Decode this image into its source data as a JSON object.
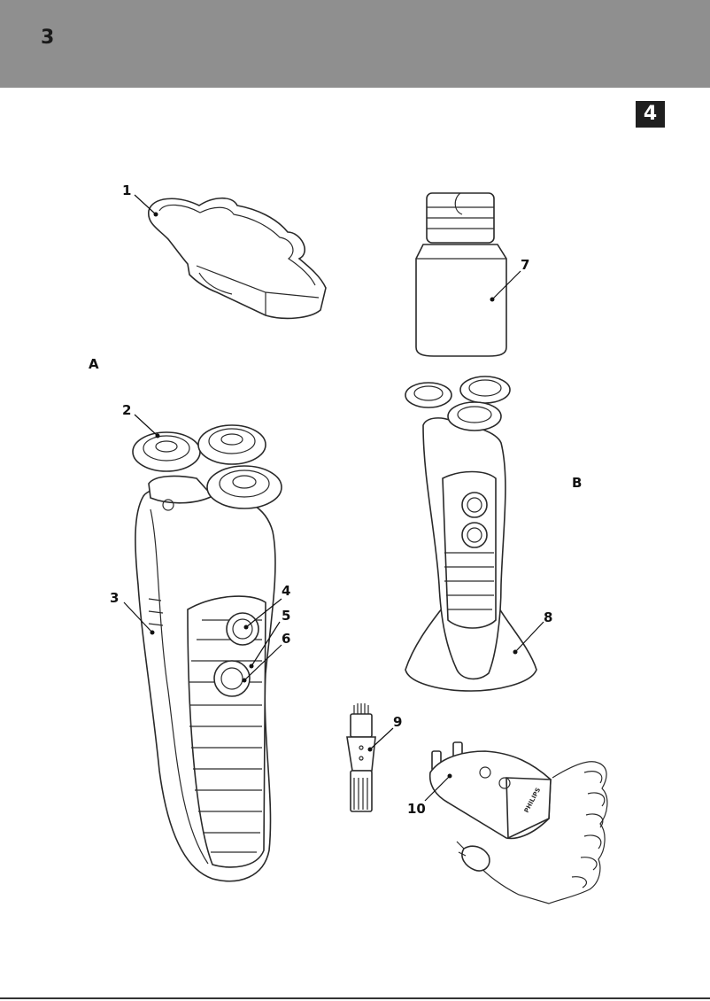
{
  "header": {
    "page_number": "3"
  },
  "badge": {
    "text": "4"
  },
  "figures": {
    "a_label": "A",
    "b_label": "B"
  },
  "callouts": [
    "1",
    "2",
    "3",
    "4",
    "5",
    "6",
    "7",
    "8",
    "9",
    "10"
  ],
  "brand_on_adapter": "PHILIPS"
}
